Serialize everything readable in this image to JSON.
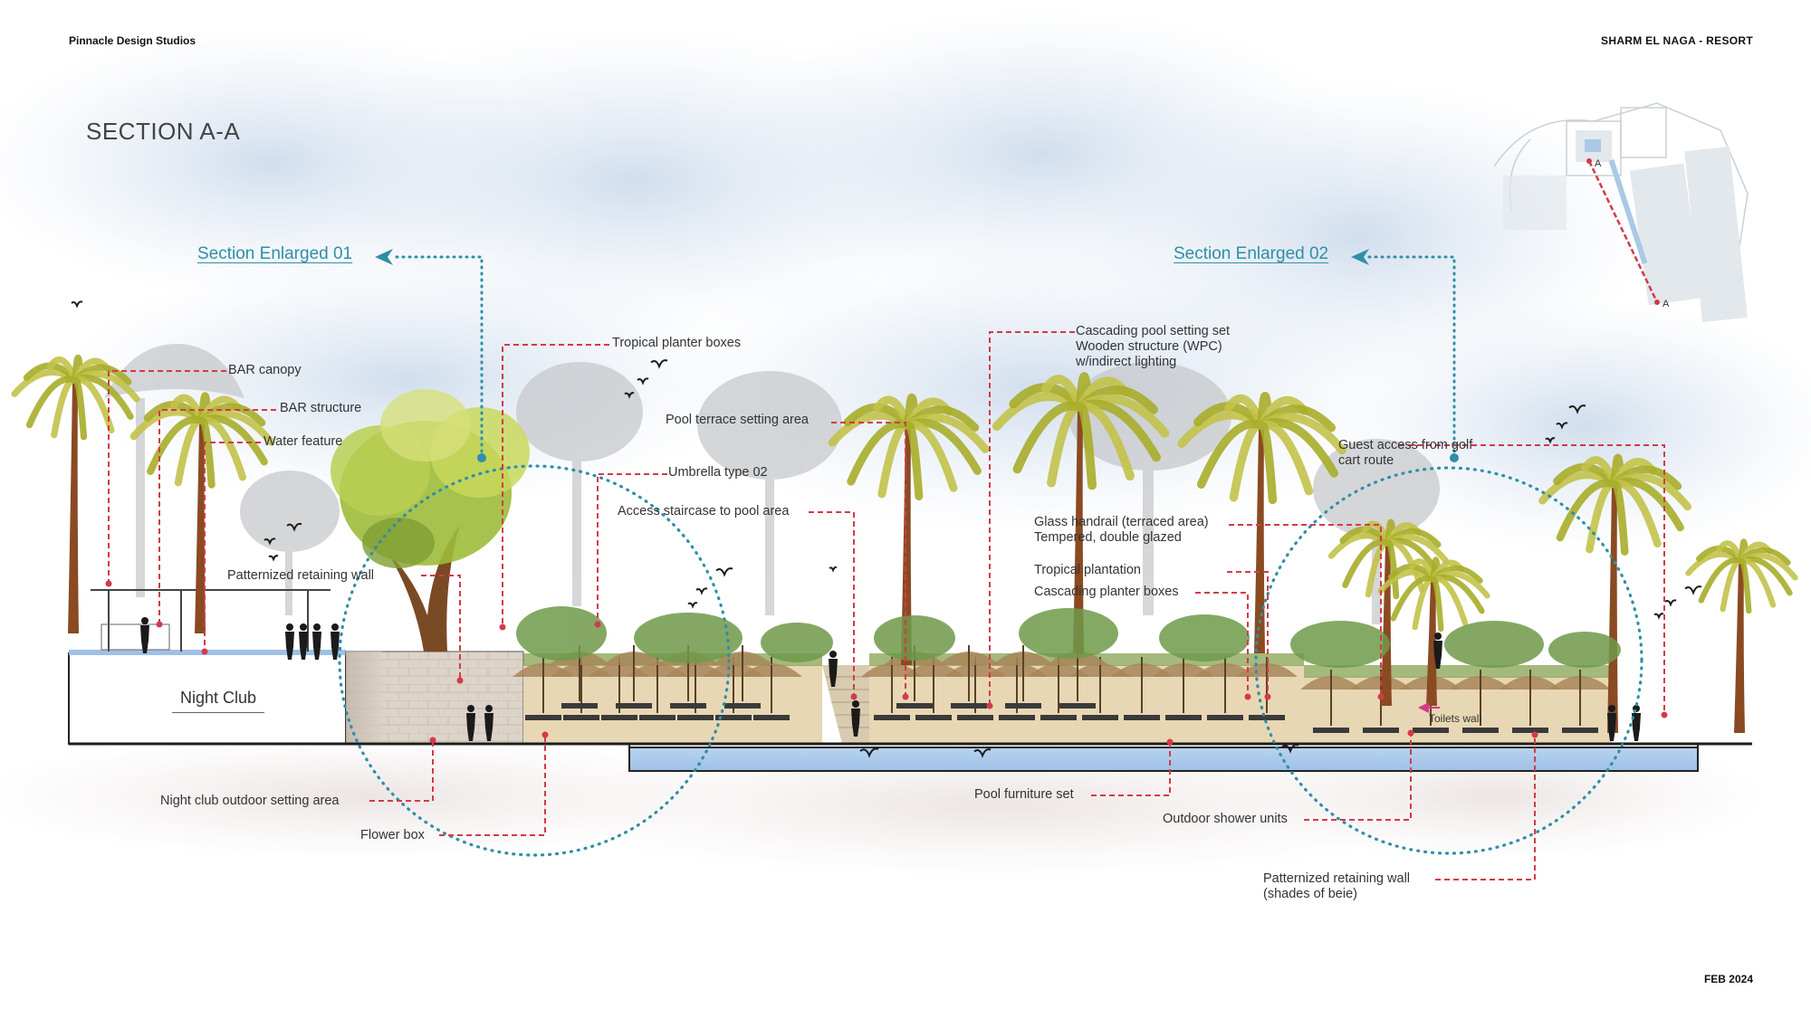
{
  "header": {
    "firm": "Pinnacle Design Studios",
    "project": "SHARM EL NAGA - RESORT",
    "date": "FEB 2024"
  },
  "section_title": "SECTION A-A",
  "enlarged_links": {
    "left": "Section Enlarged 01",
    "right": "Section Enlarged 02"
  },
  "night_club_label": "Night Club",
  "keyplan": {
    "marker": "A"
  },
  "labels": {
    "bar_canopy": "BAR canopy",
    "bar_structure": "BAR structure",
    "water_feature": "Water feature",
    "patterned_wall_left": "Patternized retaining wall",
    "tropical_planter": "Tropical planter boxes",
    "pool_terrace": "Pool terrace setting area",
    "umbrella": "Umbrella type 02",
    "access_stair": "Access staircase to pool area",
    "cascading_1": "Cascading pool setting set",
    "cascading_2": "Wooden structure (WPC)",
    "cascading_3": "w/indirect lighting",
    "glass_1": "Glass handrail (terraced area)",
    "glass_2": "Tempered, double glazed",
    "tropical_plantation": "Tropical plantation",
    "cascading_planter": "Cascading planter boxes",
    "guest_1": "Guest access from golf",
    "guest_2": "cart route",
    "toilets": "Toilets wall",
    "night_outdoor": "Night club outdoor setting area",
    "flower_box": "Flower box",
    "pool_furniture": "Pool furniture set",
    "shower": "Outdoor shower units",
    "patterned_wall_right_1": "Patternized retaining wall",
    "patterned_wall_right_2": "(shades of beie)"
  },
  "colors": {
    "leader_red": "#d33a4a",
    "callout_teal": "#2e8fa7",
    "water_blue": "#b9d3ef",
    "palm_green": "#a7ad2a",
    "trunk_brown": "#8a4a22",
    "umbrella_tan": "#a8865a"
  }
}
